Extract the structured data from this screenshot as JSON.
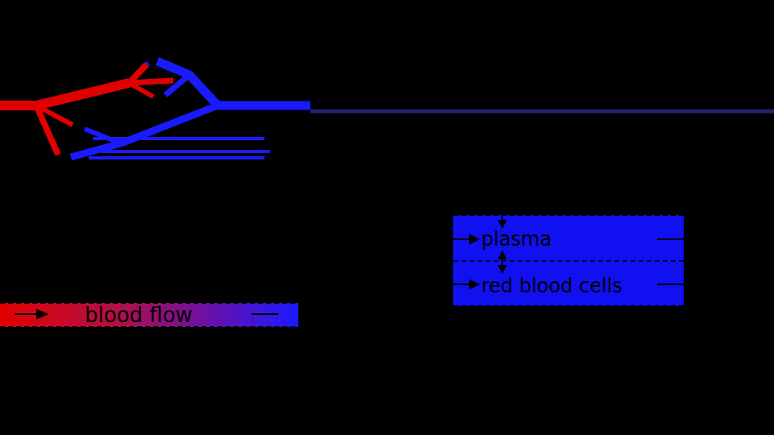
{
  "diagram": {
    "nodes": [
      {
        "text": [
          "plasma"
        ]
      },
      {
        "text": [
          "red blood cells"
        ]
      },
      {
        "text": [
          "blood flow"
        ]
      }
    ]
  }
}
